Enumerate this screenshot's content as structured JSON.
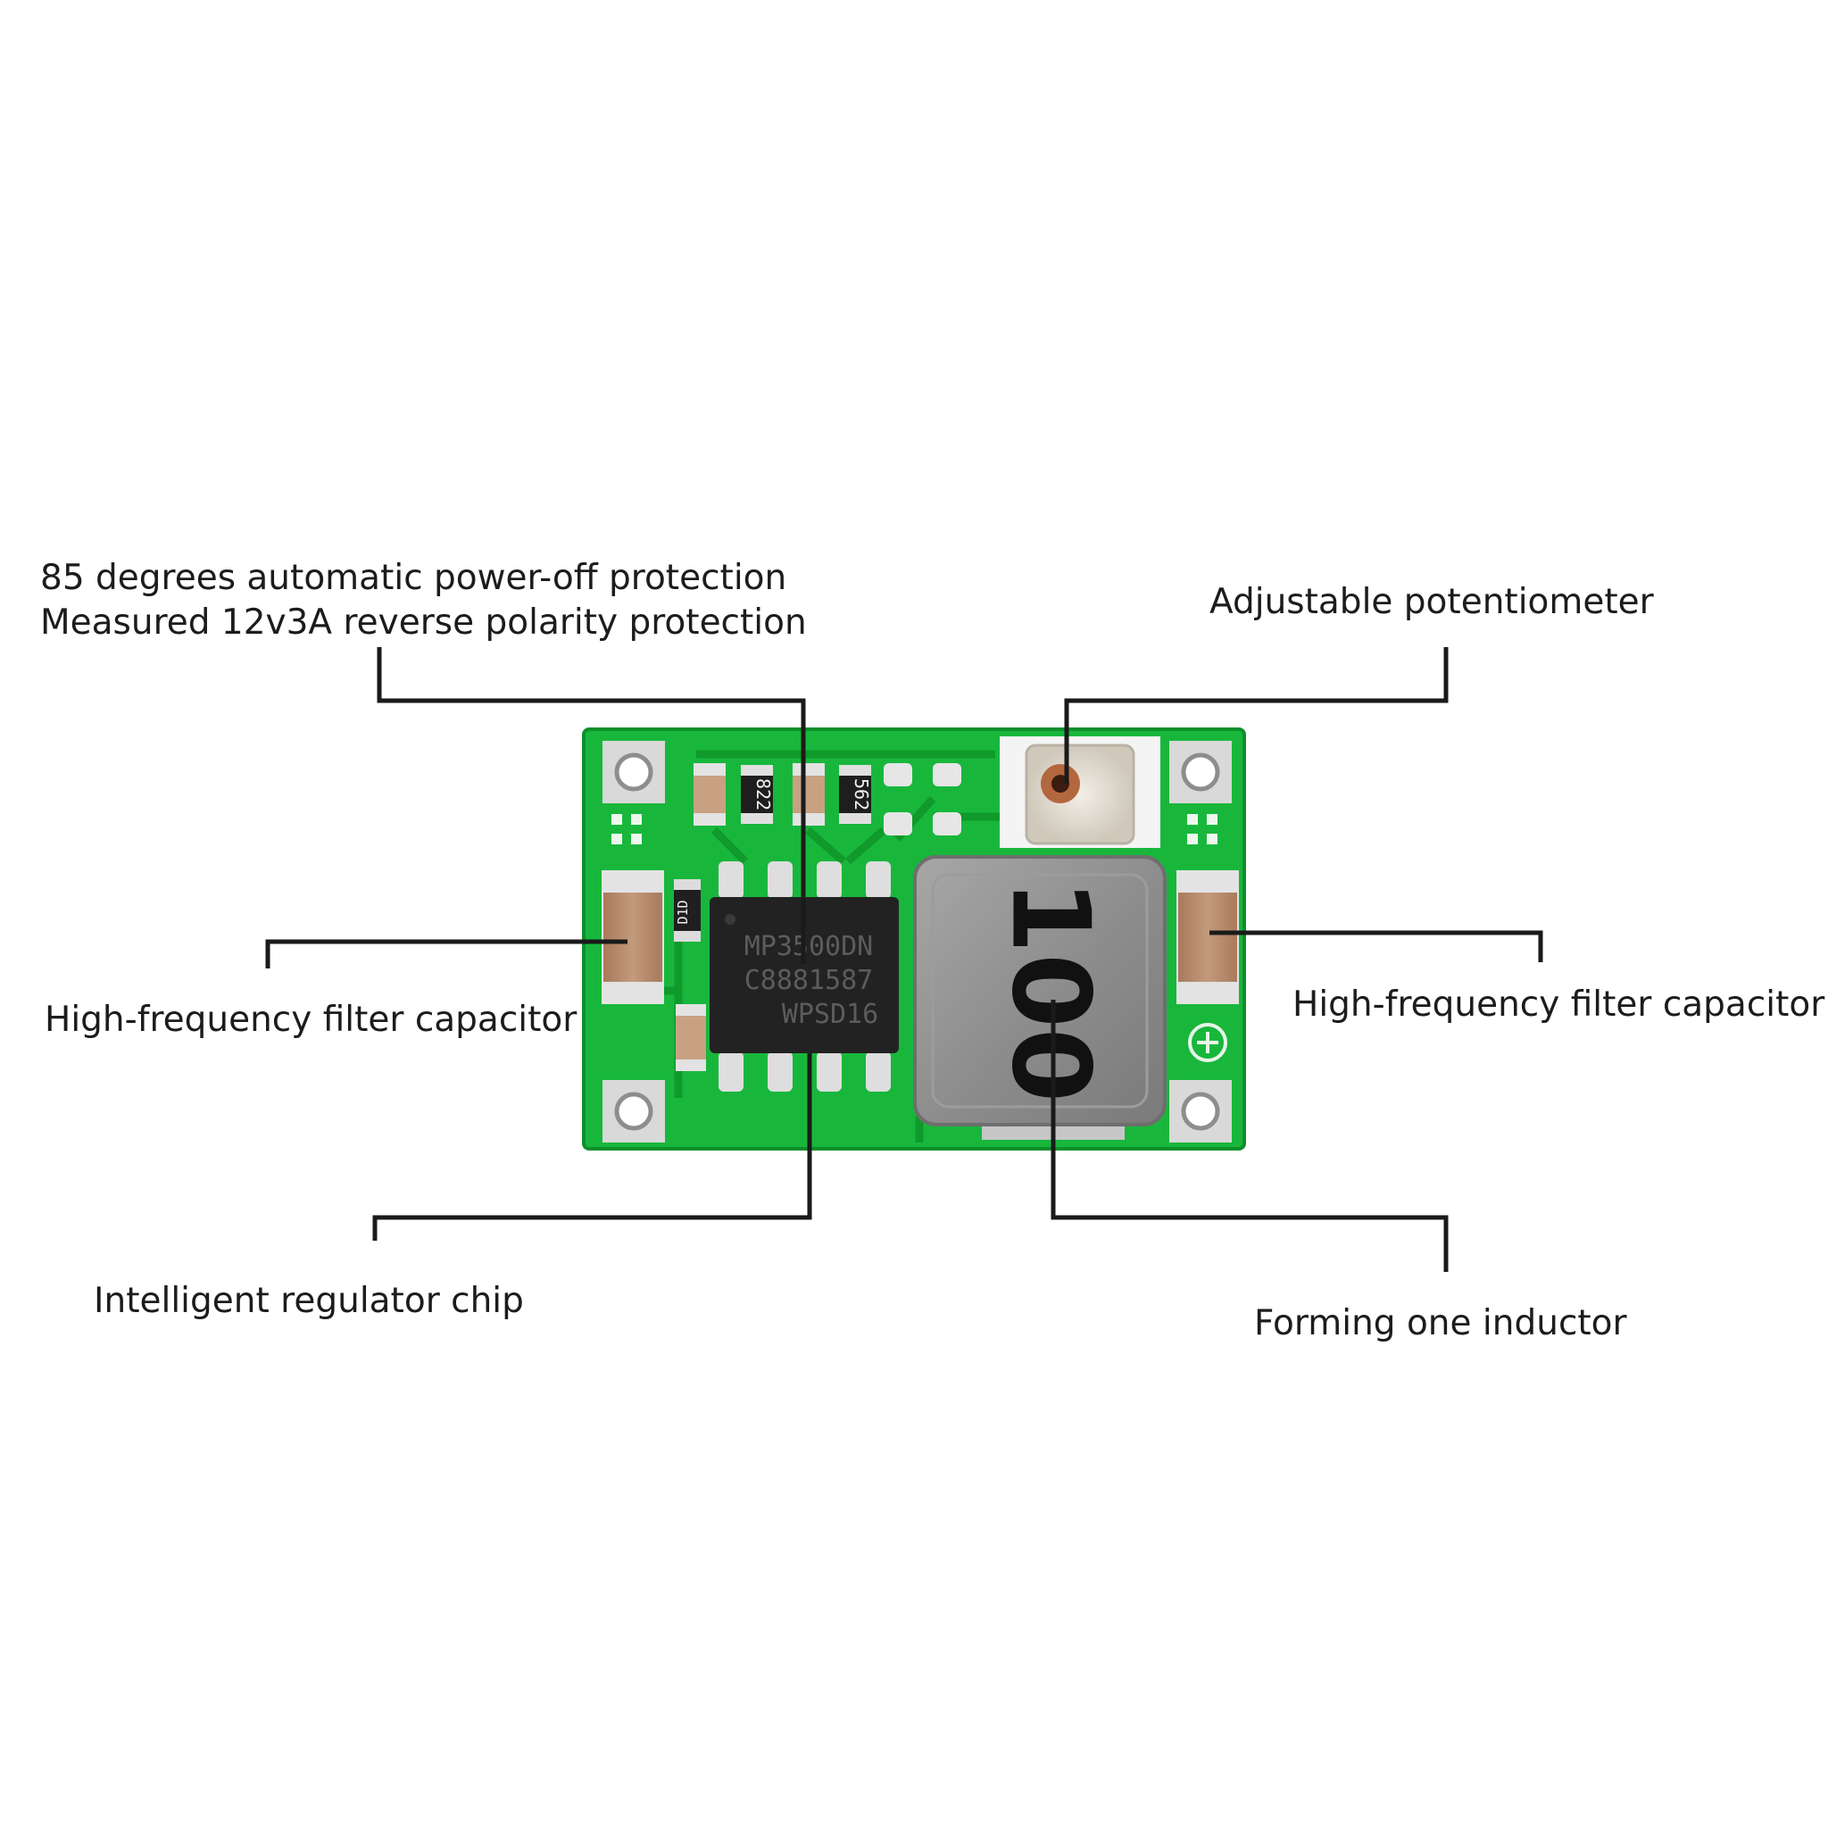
{
  "labels": {
    "protection_line1": "85 degrees automatic power-off protection",
    "protection_line2": "Measured 12v3A reverse polarity protection",
    "potentiometer": "Adjustable potentiometer",
    "capacitor_left": "High-frequency filter capacitor",
    "capacitor_right": "High-frequency filter capacitor",
    "regulator_chip": "Intelligent regulator chip",
    "inductor": "Forming one inductor"
  },
  "markings": {
    "chip_line1": "MP3500DN",
    "chip_line2": "C8881587",
    "chip_line3": "WPSD16",
    "resistor_a": "822",
    "resistor_b": "562",
    "side_part": "D1D",
    "inductor_value": "100"
  },
  "colors": {
    "background": "#ffffff",
    "pcb_green": "#18b73c",
    "trace_green": "#0f9a2b",
    "pad_silver": "#d9d9d9",
    "chip_black": "#222222",
    "capacitor_tan": "#b78a6c",
    "inductor_grey": "#8c8c8c",
    "text": "#1c1c1c"
  }
}
